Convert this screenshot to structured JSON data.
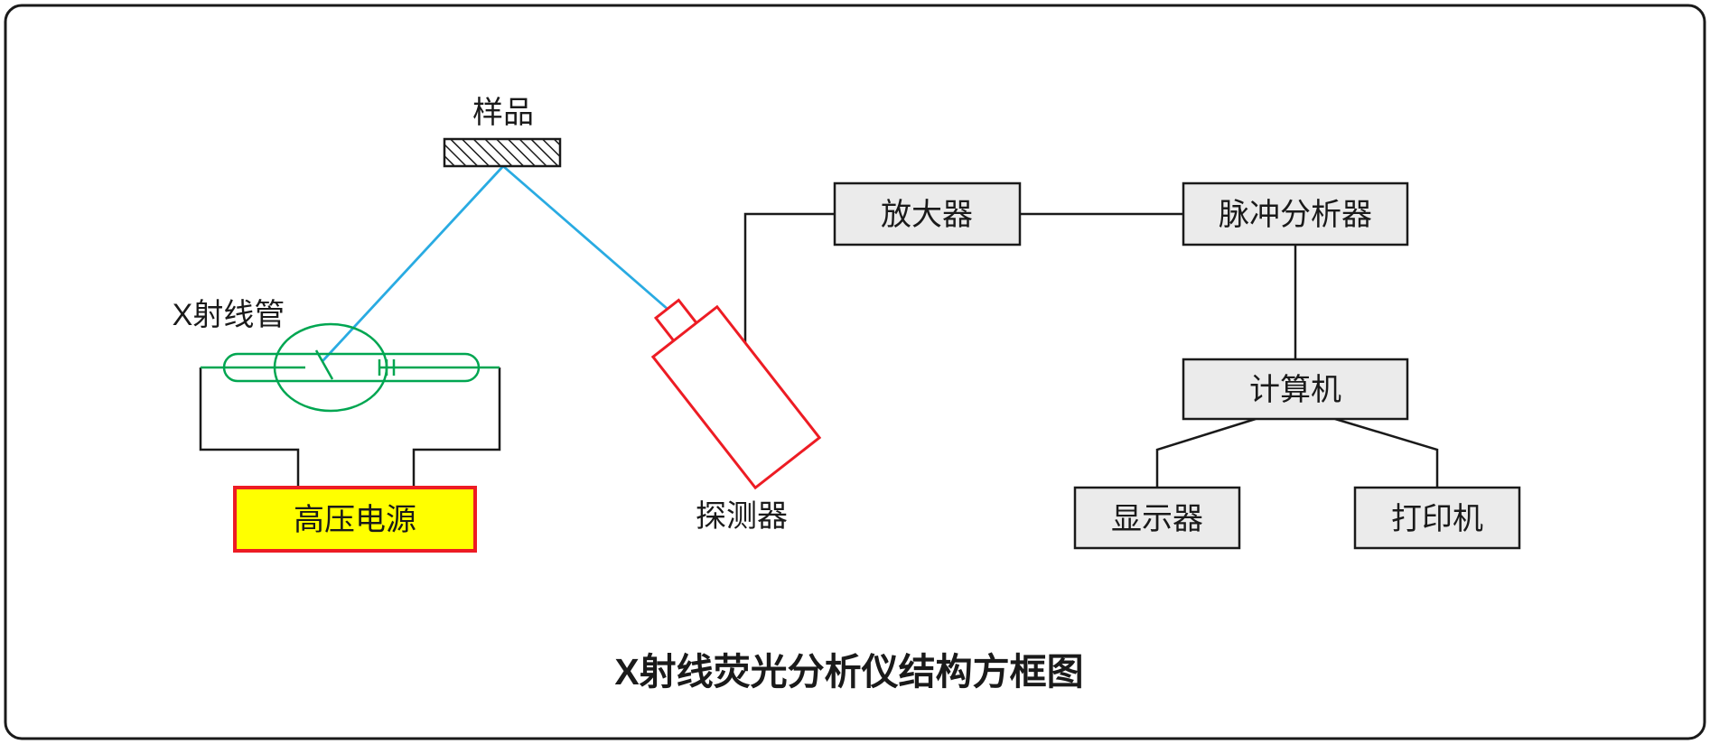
{
  "diagram": {
    "title": "X射线荧光分析仪结构方框图",
    "nodes": {
      "sample": {
        "label": "样品"
      },
      "xray_tube": {
        "label": "X射线管"
      },
      "hv_supply": {
        "label": "高压电源"
      },
      "detector": {
        "label": "探测器"
      },
      "amplifier": {
        "label": "放大器"
      },
      "pulse_analyzer": {
        "label": "脉冲分析器"
      },
      "computer": {
        "label": "计算机"
      },
      "display": {
        "label": "显示器"
      },
      "printer": {
        "label": "打印机"
      }
    },
    "edges": [
      {
        "from": "xray_tube",
        "to": "sample",
        "style": "beam"
      },
      {
        "from": "sample",
        "to": "detector",
        "style": "beam"
      },
      {
        "from": "hv_supply",
        "to": "xray_tube",
        "style": "wire"
      },
      {
        "from": "detector",
        "to": "amplifier",
        "style": "wire"
      },
      {
        "from": "amplifier",
        "to": "pulse_analyzer",
        "style": "wire"
      },
      {
        "from": "pulse_analyzer",
        "to": "computer",
        "style": "wire"
      },
      {
        "from": "computer",
        "to": "display",
        "style": "wire"
      },
      {
        "from": "computer",
        "to": "printer",
        "style": "wire"
      }
    ],
    "colors": {
      "box_fill": "#ebebeb",
      "box_stroke": "#1a1a1a",
      "hv_fill": "#ffff00",
      "hv_border": "#ed1c24",
      "tube": "#00a651",
      "beam": "#29abe2",
      "detector_outline": "#ed1c24",
      "line": "#1a1a1a",
      "background": "#ffffff"
    }
  }
}
